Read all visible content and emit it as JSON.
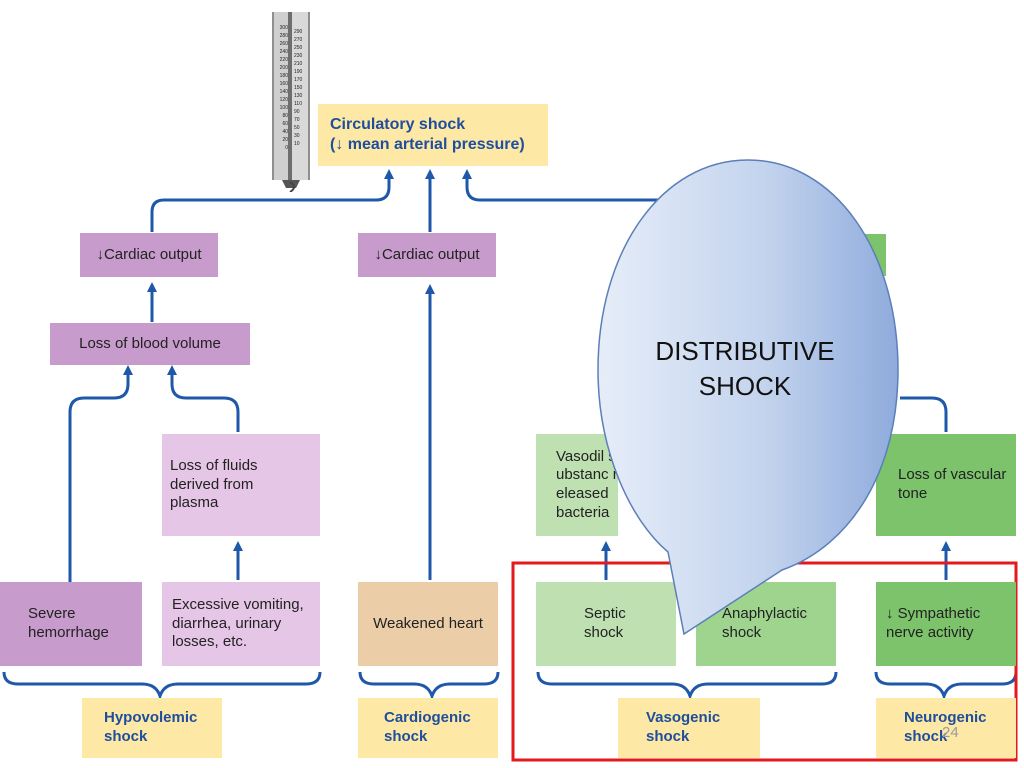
{
  "top_box": {
    "line1": "Circulatory shock",
    "line2": "(↓  mean arterial pressure)"
  },
  "gauge": {
    "left_scale": [
      "300",
      "280",
      "260",
      "240",
      "220",
      "200",
      "180",
      "160",
      "140",
      "120",
      "100",
      "80",
      "60",
      "40",
      "20",
      "0"
    ],
    "right_scale": [
      "290",
      "270",
      "250",
      "230",
      "210",
      "190",
      "170",
      "150",
      "130",
      "110",
      "90",
      "70",
      "50",
      "30",
      "10"
    ]
  },
  "hypovolemic": {
    "cardiac_output": "↓Cardiac output",
    "blood_volume": "Loss of blood volume",
    "fluids": "Loss of fluids derived from plasma",
    "hemorrhage": "Severe hemorrhage",
    "vomiting": "Excessive vomiting, diarrhea, urinary losses, etc.",
    "label": "Hypovolemic shock"
  },
  "cardiogenic": {
    "cardiac_output": "↓Cardiac output",
    "weakened": "Weakened heart",
    "label": "Cardiogenic shock"
  },
  "vasogenic": {
    "vasodilator": "Vasodil substanc released bacteria",
    "septic": "Septic shock",
    "anaphylactic": "Anaphylactic shock",
    "label": "Vasogenic shock"
  },
  "neurogenic": {
    "vascular_tone": "Loss of vascular tone",
    "sympathetic": "↓ Sympathetic nerve activity",
    "label": "Neurogenic shock"
  },
  "callout": {
    "line1": "DISTRIBUTIVE",
    "line2": "SHOCK"
  },
  "slide_number": "24",
  "colors": {
    "arrow": "#1f58a8",
    "highlight": "#e3191c",
    "label_text": "#1f4e9c"
  }
}
